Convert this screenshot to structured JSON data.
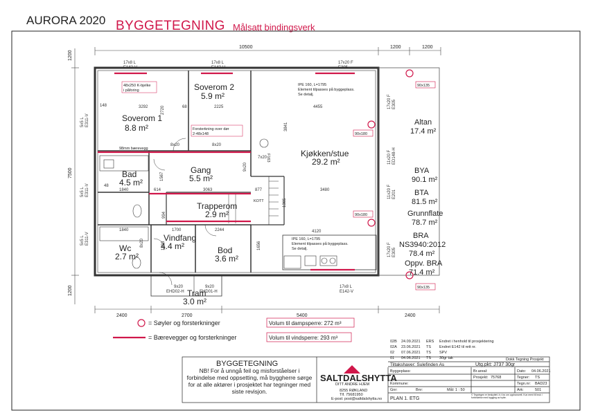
{
  "header": {
    "project": "AURORA 2020",
    "title": "BYGGETEGNING",
    "subtitle": "Målsatt bindingsverk"
  },
  "rooms": [
    {
      "id": "soverom1",
      "name": "Soverom 1",
      "area": "8.8 m²"
    },
    {
      "id": "soverom2",
      "name": "Soverom 2",
      "area": "5.9 m²"
    },
    {
      "id": "kjokken",
      "name": "Kjøkken/stue",
      "area": "29.2 m²"
    },
    {
      "id": "bad",
      "name": "Bad",
      "area": "4.5 m²"
    },
    {
      "id": "gang",
      "name": "Gang",
      "area": "5.5 m²"
    },
    {
      "id": "trapperom",
      "name": "Trapperom",
      "area": "2.9 m²"
    },
    {
      "id": "wc",
      "name": "Wc",
      "area": "2.7 m²"
    },
    {
      "id": "vindfang",
      "name": "Vindfang",
      "area": "4.4 m²"
    },
    {
      "id": "bod",
      "name": "Bod",
      "area": "3.6 m²"
    },
    {
      "id": "tram",
      "name": "Tram",
      "area": "3.0 m²"
    },
    {
      "id": "altan",
      "name": "Altan",
      "area": "17.4 m²"
    }
  ],
  "misc_labels": {
    "kott": "KOTT",
    "f163": "F163",
    "baerevegg": "98mm bærevegg"
  },
  "stats": [
    {
      "label": "BYA",
      "value": "90.1 m²"
    },
    {
      "label": "BTA",
      "value": "81.5 m²"
    },
    {
      "label": "Grunnflate",
      "value": "78.7 m²"
    },
    {
      "label": "BRA",
      "value": "NS3940:2012"
    },
    {
      "label": "",
      "value": "78.4 m²"
    },
    {
      "label": "Oppv. BRA",
      "value": "71.4 m²"
    }
  ],
  "dims": {
    "top": [
      "10500",
      "1200",
      "1200"
    ],
    "bottom": [
      "2400",
      "2700",
      "5400",
      "2400"
    ],
    "left": [
      "1200",
      "7500",
      "1200"
    ],
    "inner": [
      "3292",
      "2225",
      "4455",
      "3063",
      "3480",
      "4120",
      "1700",
      "2244",
      "1840",
      "1840",
      "3841",
      "1567",
      "1593",
      "1656",
      "614",
      "877",
      "1365",
      "148",
      "68",
      "48",
      "2720",
      "994"
    ]
  },
  "beams": [
    {
      "label": "17x8 L",
      "code": "E142-V"
    },
    {
      "label": "17x8 L",
      "code": "E142-H"
    },
    {
      "label": "17x20 F",
      "code": "E305"
    },
    {
      "label": "17x20 F",
      "code": "E305"
    },
    {
      "label": "17x8 L",
      "code": "E142-V"
    },
    {
      "label": "5x5 L",
      "code": "E311-V"
    },
    {
      "label": "5x5 L",
      "code": "E311-V"
    },
    {
      "label": "5x5 L",
      "code": "E311-V"
    },
    {
      "label": "11x20 F",
      "code": "ED148-H"
    },
    {
      "label": "11x20 F",
      "code": "E201"
    },
    {
      "label": "17x20 F",
      "code": "E305"
    },
    {
      "label": "9x20",
      "code": "EHD02-H"
    },
    {
      "label": "9x20",
      "code": "EHD01-H"
    },
    {
      "label": "8x20",
      "code": ""
    },
    {
      "label": "8x20",
      "code": ""
    },
    {
      "label": "9x20",
      "code": ""
    },
    {
      "label": "7x20",
      "code": ""
    },
    {
      "label": "8x20",
      "code": ""
    }
  ],
  "notes": [
    {
      "text1": "48x250 K-bjelke",
      "text2": "i påforing"
    },
    {
      "text1": "Forsterkning over dør",
      "text2": "2-48x148"
    },
    {
      "text1": "IPE 160, L=1795",
      "text2": "Element tilpasses på byggeplass.",
      "text3": "Se detalj."
    },
    {
      "text1": "IPE 160, L=1795",
      "text2": "Element tilpasses på byggeplass.",
      "text3": "Se detalj."
    }
  ],
  "columns": [
    "90x135",
    "90x180",
    "90x180",
    "90x135"
  ],
  "legend": [
    {
      "text": "= Søyler og forsterkninger"
    },
    {
      "text": "= Bærevegger og forsterkninger"
    }
  ],
  "volumes": [
    {
      "text": "Volum til dampsperre: 272 m³"
    },
    {
      "text": "Volum til vindsperre: 293 m³"
    }
  ],
  "revisions": [
    {
      "rev": "02B",
      "date": "24.09.2021",
      "by": "ERS",
      "desc": "Endret i henhold til prosjektering"
    },
    {
      "rev": "02A",
      "date": "23.06.2021",
      "by": "TS",
      "desc": "Endret E142 til rett nr."
    },
    {
      "rev": "02",
      "date": "07.06.2021",
      "by": "TS",
      "desc": "SPV"
    },
    {
      "rev": "01",
      "date": "04.06.2021",
      "by": "TS",
      "desc": "30gr tak"
    }
  ],
  "titleblock": {
    "heading": "BYGGETEGNING",
    "note": "NB! For å unngå feil og misforståelser i forbindelse med oppsetting, må byggherre sørge for at alle aktører i prosjektet har tegninger med siste revisjon.",
    "brand": "SALTDALSHYTTA",
    "brand_sub": "DITT ANDRE HJEM",
    "address1": "8255 RØKLAND",
    "address2": "Tlf. 75681950",
    "email": "E-post: post@saltdalshytta.no",
    "tiltakshaver": "Tiltakshaver: Sulefinden As",
    "utg": "Utg.pkt: J737 30gr",
    "byggeplass": "Byggeplass:",
    "kommune": "Kommune:",
    "gnr": "Gnr:",
    "bnr": "Bnr:",
    "maal": "Mål: 1 : 50",
    "plan": "PLAN 1. ETG",
    "br_areal": "Br.areal:",
    "dato_label": "Dato:",
    "dato": "04.06.2021",
    "prosjekt_label": "Prosjekt:",
    "prosjekt": "75768",
    "tegner_label": "Tegner:",
    "tegner": "TS",
    "tegn_label": "Tegn.nr:",
    "tegn": "BAD23",
    "ark_label": "Ark:",
    "ark": "501",
    "copyright": "© Tegningen er beskyttet i.h.t lov om opphavsrett. Kun ment til bruk i forbindelse med bygging av hytte.",
    "stamp": "Dokk Tegning Prosjekt"
  },
  "colors": {
    "accent": "#d0174a",
    "line": "#333333"
  }
}
